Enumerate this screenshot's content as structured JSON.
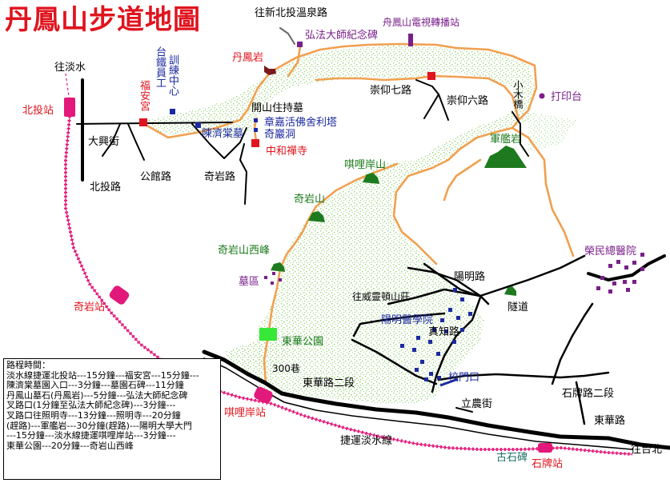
{
  "title": "丹鳳山步道地圖",
  "labels": {
    "to_hotspring": "往新北投溫泉路",
    "hongfa": "弘法大師紀念碑",
    "tv_station": "舟鳳山電視轉播站",
    "to_danshui": "往淡水",
    "rail_training": "台鐵員工訓練中心",
    "danfeng_rock": "丹鳳岩",
    "fuan_temple": "福安宮",
    "chongyang7": "崇仰七路",
    "chongyang6": "崇仰六路",
    "small_bridge": "小木橋",
    "print_platform": "打印台",
    "beitou_station": "北投站",
    "daxing_st": "大興街",
    "kaishan_tomb": "開山住持墓",
    "zhangjia": "章嘉活佛舍利塔",
    "qiyan_cave": "奇巖洞",
    "chen_ji_tang": "陳濟棠墓",
    "zhonghe_temple": "中和禪寺",
    "junjian_rock": "軍艦岩",
    "gongguan_rd": "公館路",
    "qiyan_rd": "奇岩路",
    "beitou_rd": "北投路",
    "qilian_mtn": "唭哩岸山",
    "qiyan_mtn": "奇岩山",
    "qiyan_west": "奇岩山西峰",
    "veterans_hosp": "榮民總醫院",
    "cemetery": "墓區",
    "yangming_rd": "陽明路",
    "to_weiling": "往威靈頓山莊",
    "tunnel": "隧道",
    "yangming_med": "陽明醫學院",
    "zhenzhi_rd": "真知路",
    "qiyan_station": "奇岩站",
    "donghua_park": "東華公園",
    "lane300": "300巷",
    "school_gate": "校門口",
    "donghua_rd2": "東華路二段",
    "lizhong_st": "立農街",
    "shipai_rd2": "石牌路二段",
    "qilian_station": "唭哩岸站",
    "donghua_rd": "東華路",
    "mrt_line": "捷運淡水線",
    "to_taipei": "往台北",
    "gushi_stele": "古石碑",
    "shipai_station": "石牌站"
  },
  "legend_lines": [
    "路程時間：",
    "淡水線捷運北投站---15分鐘---福安宮---15分鐘---",
    "陳濟棠墓園入口---3分鐘---墓園石碑---11分鐘",
    "丹鳳山墓石(丹鳳岩)---5分鐘---弘法大師紀念碑",
    "叉路口(1分鐘至弘法大師紀念碑)---3分鐘---",
    "叉路口往照明寺---13分鐘---照明寺---20分鐘",
    "(趕路)---軍艦岩---30分鐘(趕路)---陽明大學大門",
    "---15分鐘---淡水線捷運唭哩岸站---3分鐘---",
    "東華公園---20分鐘---奇岩山西峰"
  ],
  "colors": {
    "red": "#e0141e",
    "trail": "#f0a050",
    "vegetation": "#8ccf6a",
    "road": "#000000",
    "rail": "#e2197a",
    "mountain": "#1e7a1e",
    "purple": "#7a1f8a",
    "blue_marker": "#1c2aa0"
  }
}
